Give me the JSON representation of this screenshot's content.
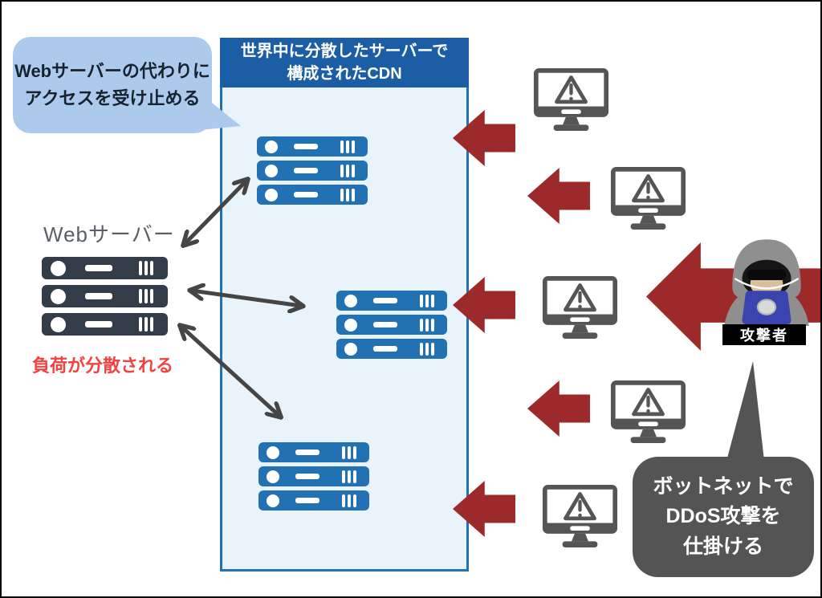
{
  "left_bubble": {
    "line1": "Webサーバーの代わりに",
    "line2": "アクセスを受け止める"
  },
  "cdn": {
    "title_line1": "世界中に分散したサーバーで",
    "title_line2": "構成されたCDN"
  },
  "web_server": {
    "label": "Webサーバー",
    "note": "負荷が分散される"
  },
  "attacker": {
    "label": "攻撃者"
  },
  "botnet_bubble": {
    "line1": "ボットネットで",
    "line2": "DDoS攻撃を",
    "line3": "仕掛ける"
  },
  "icons": [
    "cdn-server-stack-icon",
    "web-server-stack-icon",
    "monitor-warning-icon",
    "attacker-hacker-icon",
    "red-attack-arrow-icon",
    "double-headed-arrow-icon"
  ],
  "colors": {
    "cdn_header_blue": "#1c5ea6",
    "cdn_border_blue": "#2271b3",
    "cdn_body_light": "#e8f3fb",
    "server_blue": "#2271b3",
    "server_dark": "#333d49",
    "attack_red": "#9d2a2a",
    "note_red": "#f24141",
    "monitor_gray": "#555555",
    "bubble_light_blue": "#accaec",
    "bubble_dark_gray": "#545454",
    "attacker_laptop_blue": "#3a44ae",
    "frame_border": "#000000"
  }
}
